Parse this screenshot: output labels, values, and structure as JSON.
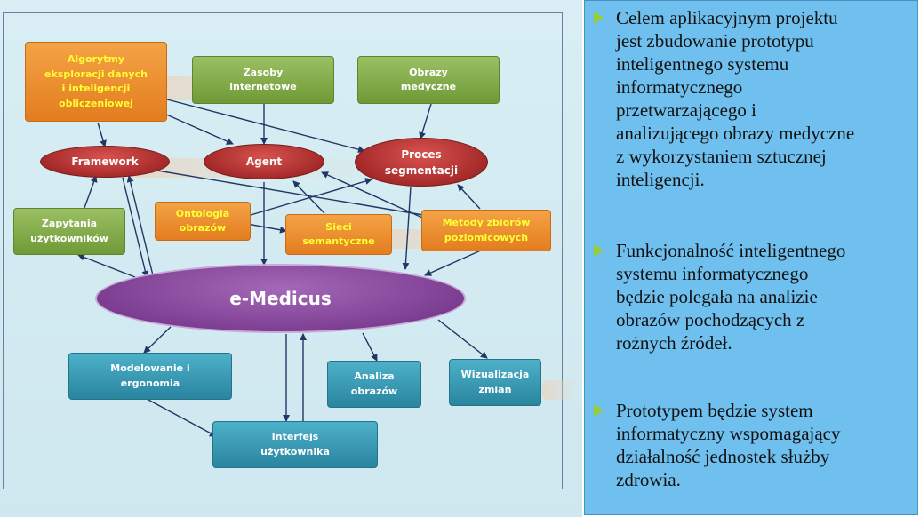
{
  "diagram": {
    "nodes": {
      "algorytmy": "Algorytmy\neksploracji danych\ni inteligencji\nobliczeniowej",
      "zasoby": "Zasoby\ninternetowe",
      "obrazy_medyczne": "Obrazy\nmedyczne",
      "framework": "Framework",
      "agent": "Agent",
      "proces": "Proces\nsegmentacji",
      "zapytania": "Zapytania\nużytkowników",
      "ontologia": "Ontologia\nobrazów",
      "sieci": "Sieci\nsemantyczne",
      "metody": "Metody zbiorów\npoziomicowych",
      "emedicus": "e-Medicus",
      "modelowanie": "Modelowanie i\nergonomia",
      "analiza": "Analiza\nobrazów",
      "wizualizacja": "Wizualizacja\nzmian",
      "interfejs": "Interfejs\nużytkownika"
    },
    "colors": {
      "green": "#7ea744",
      "orange": "#ea8a2a",
      "teal": "#3a9bb6",
      "red_ellipse": "#a52a2a",
      "purple_ellipse": "#7a3c8f",
      "arrow": "#1f3864"
    }
  },
  "text_panel": {
    "bullets": [
      "Celem aplikacyjnym projektu\njest zbudowanie prototypu\ninteligentnego systemu\ninformatycznego\nprzetwarzającego i\nanalizującego obrazy medyczne\nz wykorzystaniem sztucznej\ninteligencji.",
      "Funkcjonalność inteligentnego\nsystemu informatycznego\nbędzie polegała na analizie\nobrazów pochodzących z\nrożnych źródeł.",
      "Prototypem będzie system\ninformatyczny wspomagający\ndziałalność jednostek służby\nzdrowia."
    ],
    "bullet_color": "#9acd32",
    "background": "#6fc0ee"
  }
}
